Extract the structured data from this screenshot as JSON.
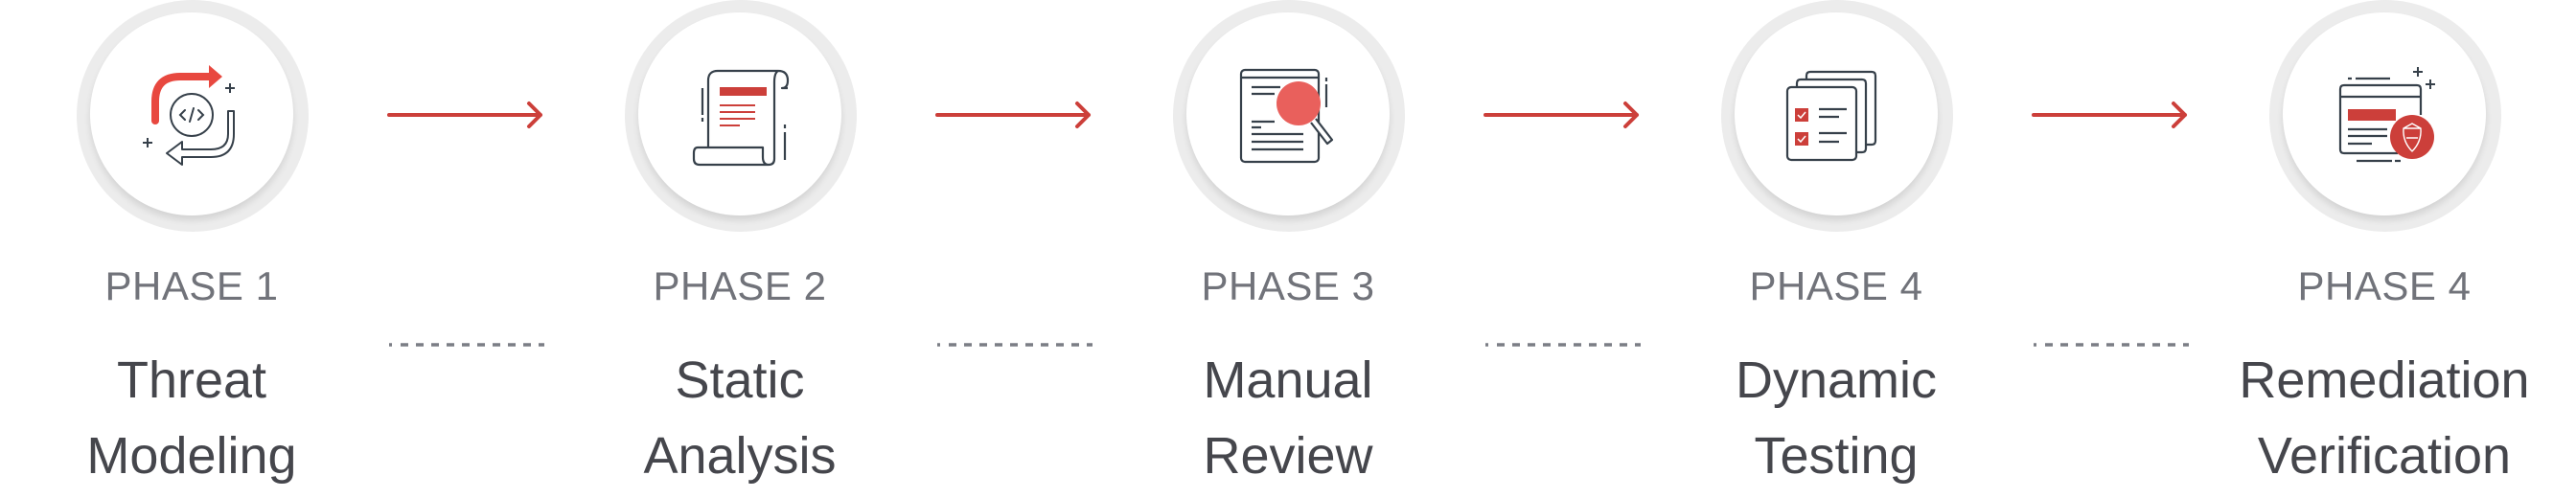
{
  "colors": {
    "accent_red": "#cc3f3a",
    "magnifier_red": "#e9605c",
    "icon_stroke": "#36404a",
    "phase_label": "#71737a",
    "title_text": "#45464c",
    "ring_gray": "#ececec",
    "dotted_line": "#7b7e85"
  },
  "phases": [
    {
      "label": "PHASE 1",
      "title_line1": "Threat",
      "title_line2": "Modeling",
      "icon": "code-cycle-icon"
    },
    {
      "label": "PHASE 2",
      "title_line1": "Static",
      "title_line2": "Analysis",
      "icon": "scroll-document-icon"
    },
    {
      "label": "PHASE 3",
      "title_line1": "Manual",
      "title_line2": "Review",
      "icon": "document-magnifier-icon"
    },
    {
      "label": "PHASE 4",
      "title_line1": "Dynamic",
      "title_line2": "Testing",
      "icon": "checklist-stack-icon"
    },
    {
      "label": "PHASE 4",
      "title_line1": "Remediation",
      "title_line2": "Verification",
      "icon": "browser-shield-icon"
    }
  ],
  "connectors": [
    {
      "type": "arrow-right-icon"
    },
    {
      "type": "arrow-right-icon"
    },
    {
      "type": "arrow-right-icon"
    },
    {
      "type": "arrow-right-icon"
    }
  ]
}
